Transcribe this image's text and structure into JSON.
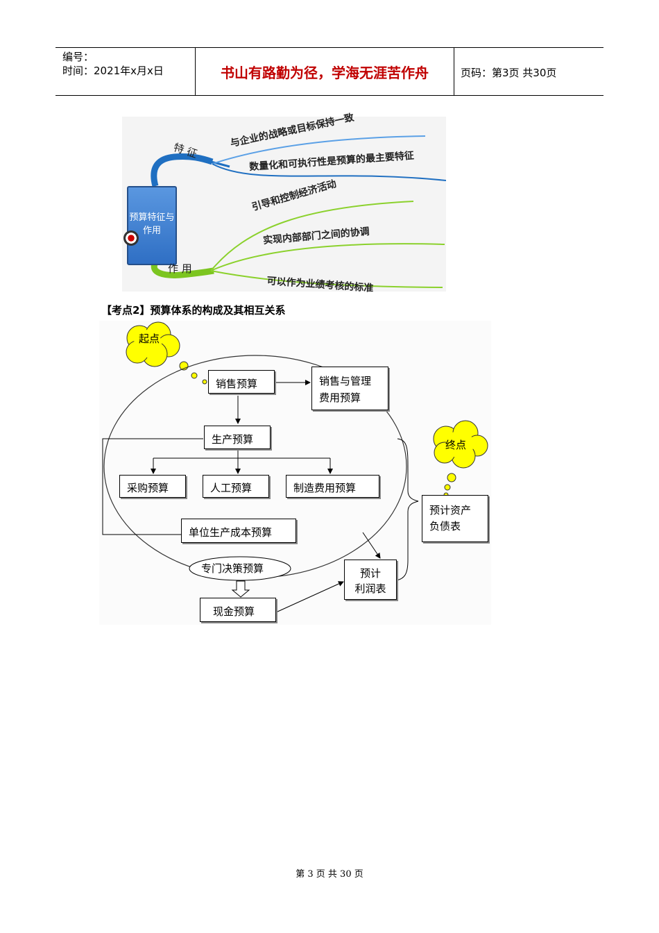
{
  "header": {
    "number_label": "编号：",
    "time_label": "时间：2021年x月x日",
    "motto": "书山有路勤为径，学海无涯苦作舟",
    "page_info": "页码：第3页  共30页"
  },
  "mindmap": {
    "center": "预算特征与作用",
    "branches": [
      {
        "label": "特 征",
        "items": [
          "与企业的战略或目标保持一致",
          "数量化和可执行性是预算的最主要特征"
        ]
      },
      {
        "label": "作 用",
        "items": [
          "引导和控制经济活动",
          "实现内部部门之间的协调",
          "可以作为业绩考核的标准"
        ]
      }
    ]
  },
  "section_heading": "【考点2】预算体系的构成及其相互关系",
  "flow": {
    "start": "起点",
    "end": "终点",
    "sales_budget": "销售预算",
    "selling_admin_budget": [
      "销售与管理",
      "费用预算"
    ],
    "production_budget": "生产预算",
    "purchase_budget": "采购预算",
    "labor_budget": "人工预算",
    "overhead_budget": "制造费用预算",
    "unit_cost_budget": "单位生产成本预算",
    "special_decision_budget": "专门决策预算",
    "cash_budget": "现金预算",
    "income_statement": [
      "预计",
      "利润表"
    ],
    "balance_sheet": [
      "预计资产",
      "负债表"
    ]
  },
  "footer": "第 3 页 共 30 页",
  "colors": {
    "motto": "#c00000",
    "blue_branch": "#1f6fc1",
    "green_branch": "#7cc520",
    "cloud": "#ffff00"
  }
}
